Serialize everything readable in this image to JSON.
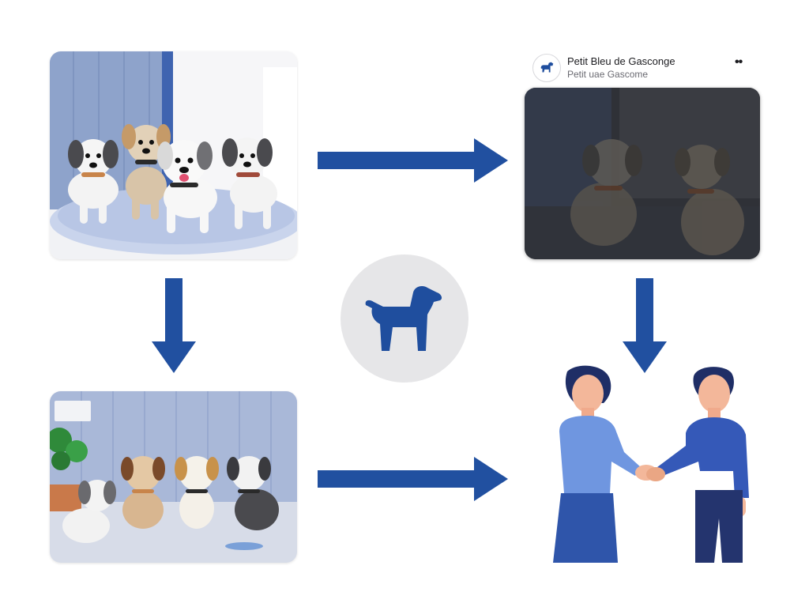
{
  "post": {
    "title": "Petit Bleu de Gasconge",
    "subtitle": "Petit uae Gascome",
    "more_icon": "more-dots-icon",
    "avatar_icon": "dog-icon"
  },
  "center_icon": "dog-silhouette-icon",
  "colors": {
    "arrow": "#2150a0",
    "brand_blue": "#1f4e9e",
    "badge_bg": "#e6e6e8",
    "wall_blue": "#9fb1d3",
    "person_light": "#6f96e0",
    "person_dark": "#3559b8"
  },
  "flow": [
    {
      "from": "puppies-on-platform",
      "to": "dimmed-post-photo",
      "direction": "right"
    },
    {
      "from": "puppies-on-platform",
      "to": "puppies-in-room",
      "direction": "down"
    },
    {
      "from": "dimmed-post-photo",
      "to": "handshake",
      "direction": "down"
    },
    {
      "from": "puppies-in-room",
      "to": "handshake",
      "direction": "right"
    }
  ]
}
